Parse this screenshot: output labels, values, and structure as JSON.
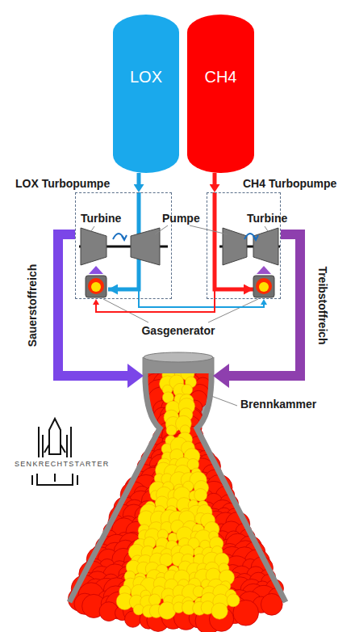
{
  "diagram": {
    "nodes": [
      {
        "text": [
          "LOX"
        ]
      },
      {
        "text": [
          "CH4"
        ]
      },
      {
        "text": [
          "LOX Turbopumpe"
        ]
      },
      {
        "text": [
          "CH4 Turbopumpe"
        ]
      },
      {
        "text": [
          "Brennkammer"
        ]
      }
    ],
    "edges": [
      {
        "from": 0,
        "to": 2,
        "arrow": "to"
      },
      {
        "from": 1,
        "to": 3,
        "arrow": "to"
      },
      {
        "from": 2,
        "to": 3,
        "arrow": "to"
      },
      {
        "from": 3,
        "to": 2,
        "arrow": "to"
      },
      {
        "from": 2,
        "to": 4,
        "label": "Sauerstoffreich",
        "arrow": "to"
      },
      {
        "from": 3,
        "to": 4,
        "label": "Treibstoffreich",
        "arrow": "to"
      }
    ],
    "labels": [
      "Turbine",
      "Pumpe",
      "Turbine",
      "Gasgenerator",
      "SENKRECHTSTARTER"
    ]
  }
}
